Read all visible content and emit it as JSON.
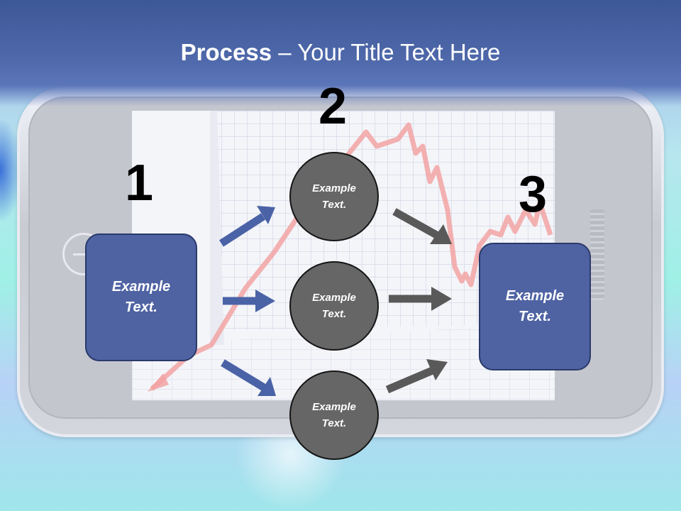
{
  "slide": {
    "title_bold": "Process",
    "title_rest": " – Your Title Text Here"
  },
  "steps": [
    {
      "number": "1",
      "text": "Example\nText."
    },
    {
      "number": "2",
      "text": "Example\nText."
    },
    {
      "number": "3",
      "text": "Example\nText."
    }
  ],
  "circles": [
    {
      "text": "Example\nText."
    },
    {
      "text": "Example\nText."
    },
    {
      "text": "Example\nText."
    }
  ],
  "colors": {
    "header": "#4a64a6",
    "box_fill": "#4f63a3",
    "circle_fill": "#666666",
    "blue_arrow": "#4a62a6",
    "gray_arrow": "#595959",
    "chart_line": "#f2a3a3"
  }
}
